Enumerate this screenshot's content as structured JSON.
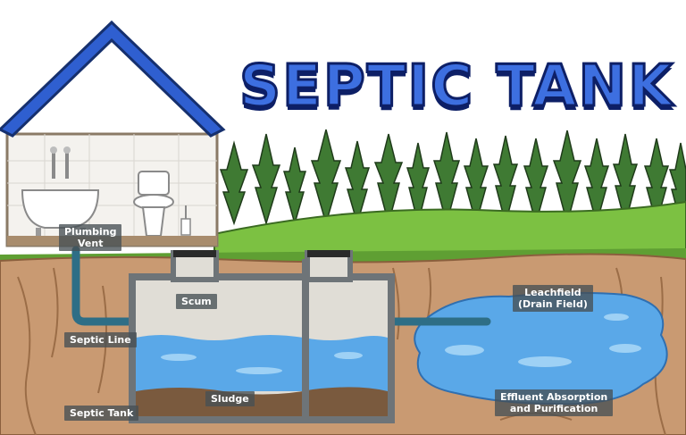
{
  "title": "SEPTIC TANK",
  "labels": {
    "plumbing_vent_line1": "Plumbing",
    "plumbing_vent_line2": "Vent",
    "scum": "Scum",
    "septic_line": "Septic Line",
    "sludge": "Sludge",
    "septic_tank": "Septic Tank",
    "leachfield_line1": "Leachfield",
    "leachfield_line2": "(Drain Field)",
    "effluent_line1": "Effluent Absorption",
    "effluent_line2": "and Purification"
  },
  "colors": {
    "title_fill": "#3d6fe0",
    "title_outline": "#0d1f66",
    "roof": "#2f5fd0",
    "grass": "#7cc142",
    "soil": "#c99a72",
    "water": "#5aa8e8",
    "sludge": "#7a5a3e",
    "tank_wall": "#6e7478",
    "pipe": "#2e6e86",
    "label_bg": "#4a5155"
  }
}
